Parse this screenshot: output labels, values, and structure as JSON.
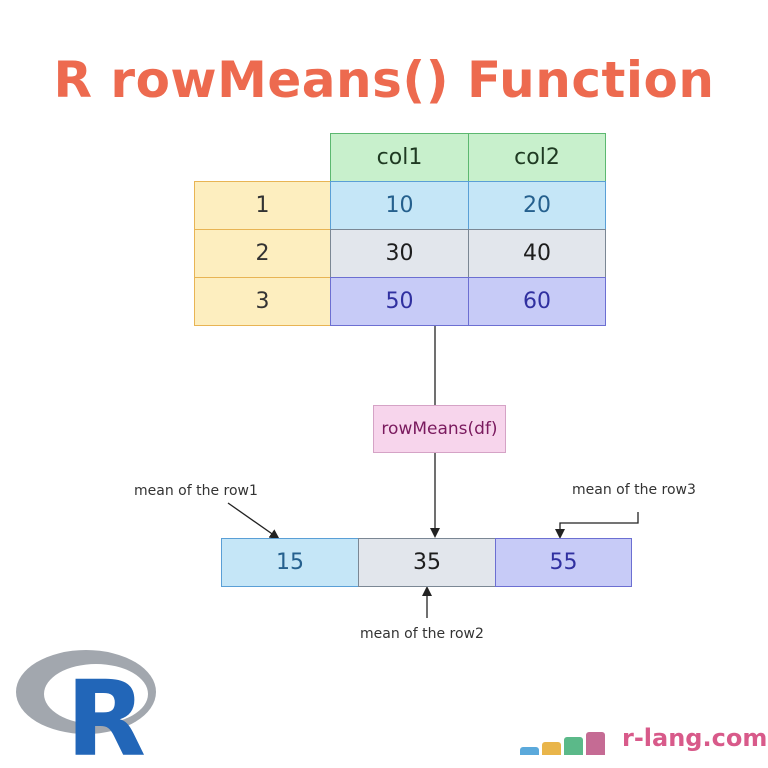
{
  "title": "R rowMeans() Function",
  "table": {
    "headers": [
      "col1",
      "col2"
    ],
    "row_labels": [
      "1",
      "2",
      "3"
    ],
    "rows": [
      [
        "10",
        "20"
      ],
      [
        "30",
        "40"
      ],
      [
        "50",
        "60"
      ]
    ]
  },
  "function_label": "rowMeans(df)",
  "result": [
    "15",
    "35",
    "55"
  ],
  "annotations": {
    "row1": "mean of the row1",
    "row2": "mean of the row2",
    "row3": "mean of the row3"
  },
  "brand": {
    "text": "r-lang.com",
    "bar_colors": [
      "#5ba9db",
      "#e9b54a",
      "#5bb989",
      "#c56b94"
    ]
  },
  "logo": {
    "letter": "R",
    "ring_color": "#9aa0a8",
    "letter_color": "#2266b8"
  },
  "colors": {
    "title": "#ed6a4f",
    "header": "#c8f0cc",
    "index": "#fdeebf",
    "row1": "#c5e6f7",
    "row2": "#e2e6ec",
    "row3": "#c7cbf7",
    "function": "#f7d5ec"
  }
}
